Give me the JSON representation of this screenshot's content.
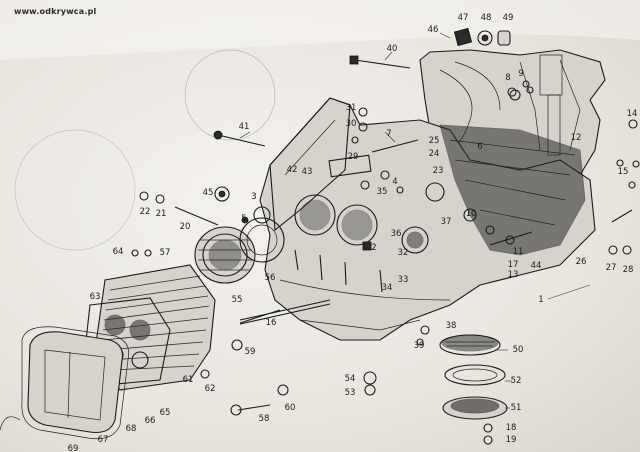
{
  "watermark": "www.odkrywca.pl",
  "callouts": [
    "1",
    "2",
    "3",
    "4",
    "5",
    "6",
    "7",
    "8",
    "9",
    "10",
    "11",
    "12",
    "13",
    "14",
    "15",
    "16",
    "17",
    "18",
    "19",
    "20",
    "21",
    "22",
    "23",
    "24",
    "25",
    "26",
    "27",
    "28",
    "29",
    "30",
    "31",
    "32",
    "33",
    "34",
    "35",
    "36",
    "37",
    "38",
    "39",
    "40",
    "41",
    "42",
    "43",
    "44",
    "45",
    "46",
    "47",
    "48",
    "49",
    "50",
    "51",
    "52",
    "53",
    "54",
    "55",
    "56",
    "57",
    "58",
    "59",
    "60",
    "61",
    "62",
    "63",
    "64",
    "65",
    "66",
    "67",
    "68",
    "69"
  ],
  "colors": {
    "paper": "#eceae6",
    "ink": "#1b1b1b",
    "metal": "#d6d3cc"
  }
}
